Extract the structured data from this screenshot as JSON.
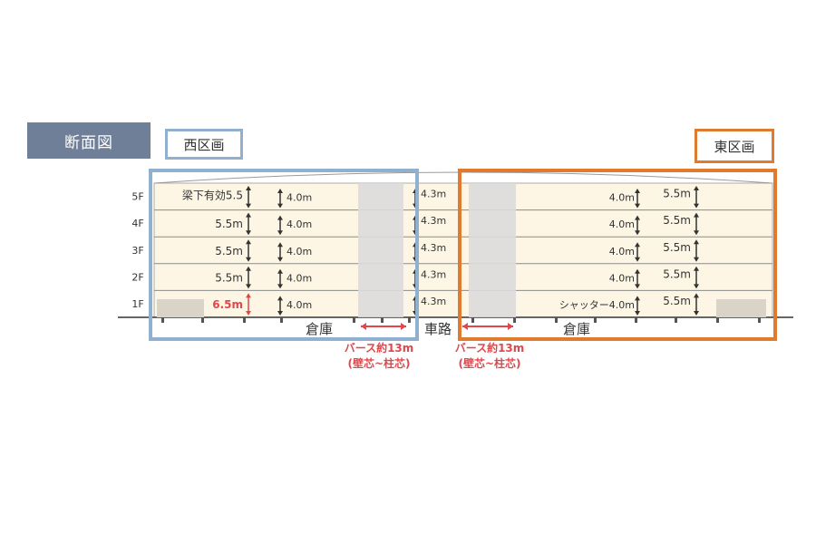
{
  "title": "断面図",
  "west": {
    "label": "西区画",
    "warehouse": "倉庫",
    "clear_height_prefix": "梁下有効"
  },
  "east": {
    "label": "東区画",
    "warehouse": "倉庫",
    "shutter_prefix": "シャッター"
  },
  "road": "車路",
  "floors": [
    {
      "name": "1F",
      "west_beam": "6.5m",
      "west_shutter": "4.0m",
      "road": "4.3m",
      "east_shutter": "4.0m",
      "east_beam": "5.5m",
      "west_highlight": true
    },
    {
      "name": "2F",
      "west_beam": "5.5m",
      "west_shutter": "4.0m",
      "road": "4.3m",
      "east_shutter": "4.0m",
      "east_beam": "5.5m",
      "west_highlight": false
    },
    {
      "name": "3F",
      "west_beam": "5.5m",
      "west_shutter": "4.0m",
      "road": "4.3m",
      "east_shutter": "4.0m",
      "east_beam": "5.5m",
      "west_highlight": false
    },
    {
      "name": "4F",
      "west_beam": "5.5m",
      "west_shutter": "4.0m",
      "road": "4.3m",
      "east_shutter": "4.0m",
      "east_beam": "5.5m",
      "west_highlight": false
    },
    {
      "name": "5F",
      "west_beam": "5.5",
      "west_shutter": "4.0m",
      "road": "4.3m",
      "east_shutter": "4.0m",
      "east_beam": "5.5m",
      "west_highlight": false
    }
  ],
  "berth_west": {
    "line1": "バース約13m",
    "line2": "(壁芯~柱芯)"
  },
  "berth_east": {
    "line1": "バース約13m",
    "line2": "(壁芯~柱芯)"
  },
  "colors": {
    "title_bg": "#6f7f98",
    "west": "#8fb0cf",
    "east": "#e07a2e",
    "red": "#e0474c",
    "floor_fill": "#fdf6e4"
  }
}
